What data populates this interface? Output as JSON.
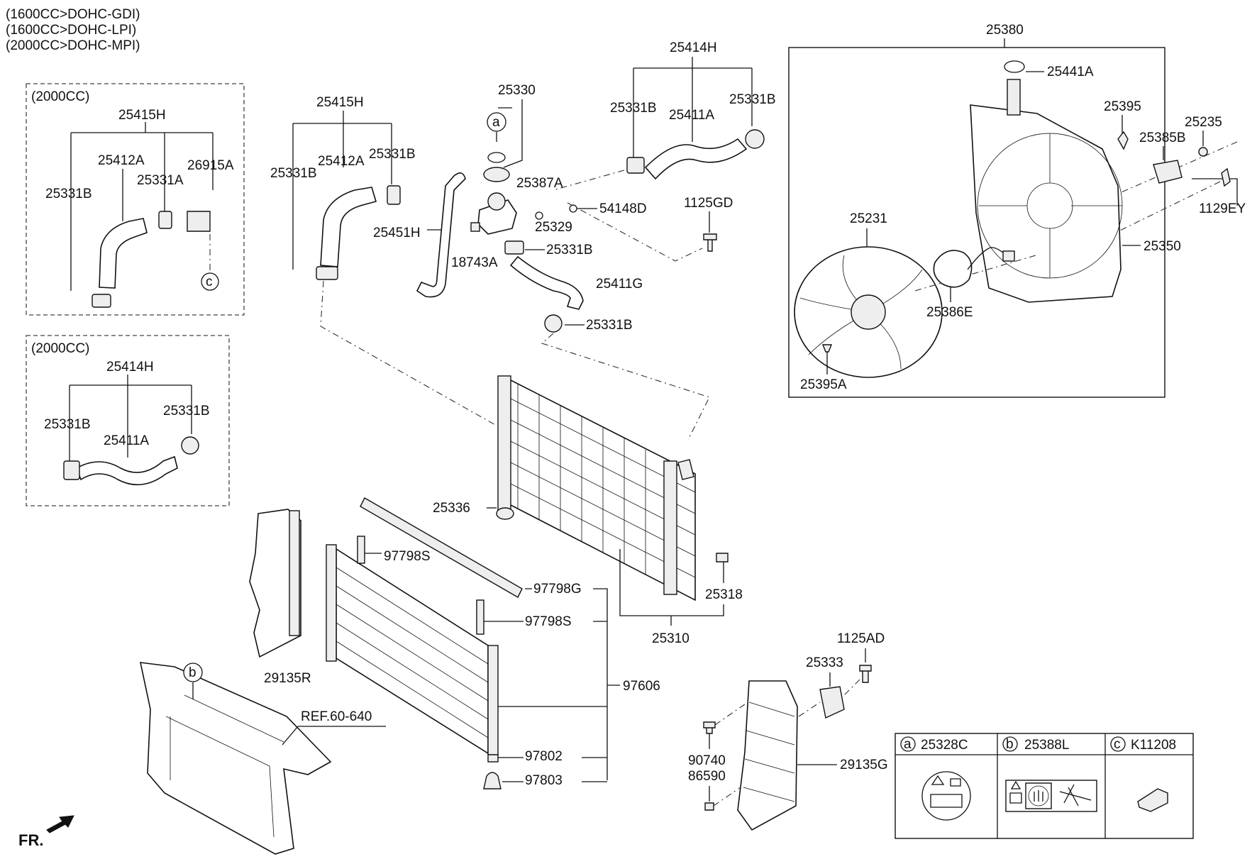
{
  "header": {
    "lines": [
      "(1600CC>DOHC-GDI)",
      "(1600CC>DOHC-LPI)",
      "(2000CC>DOHC-MPI)"
    ]
  },
  "inset1": {
    "title": "(2000CC)",
    "labels": [
      "25415H",
      "25412A",
      "25331A",
      "26915A",
      "25331B"
    ],
    "ref_marker": "c"
  },
  "inset2": {
    "title": "(2000CC)",
    "labels": [
      "25414H",
      "25331B",
      "25331B",
      "25411A"
    ]
  },
  "fan_box": {
    "title": "25380",
    "labels": [
      "25441A",
      "25395",
      "25235",
      "25385B",
      "1129EY",
      "25231",
      "25350",
      "25386E",
      "25395A"
    ]
  },
  "callouts": {
    "hose_upper": [
      "25415H",
      "25412A",
      "25331B",
      "25331B"
    ],
    "reservoir": [
      "25330",
      "25387A",
      "54148D",
      "25329",
      "25451H",
      "18743A",
      "25331B",
      "25411G",
      "25331B",
      "1125GD"
    ],
    "hose_top": [
      "25414H",
      "25331B",
      "25411A",
      "25331B"
    ],
    "radiator": [
      "25336",
      "25318",
      "25310"
    ],
    "condenser": [
      "97798S",
      "97798G",
      "97798S",
      "97606",
      "97802",
      "97803"
    ],
    "shroud": [
      "29135R",
      "REF.60-640",
      "1125AD",
      "25333",
      "29135G",
      "90740",
      "86590"
    ],
    "markers": [
      "a",
      "b"
    ]
  },
  "legend": [
    {
      "letter": "a",
      "part": "25328C"
    },
    {
      "letter": "b",
      "part": "25388L"
    },
    {
      "letter": "c",
      "part": "K11208"
    }
  ],
  "direction": "FR."
}
